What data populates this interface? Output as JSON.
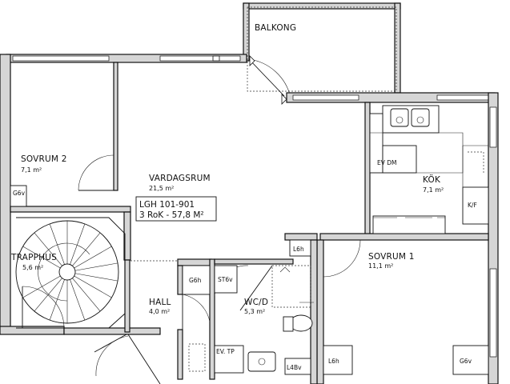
{
  "rooms": [
    {
      "name": "BALKONG",
      "area": ""
    },
    {
      "name": "SOVRUM 2",
      "area": "7,1 m²"
    },
    {
      "name": "VARDAGSRUM",
      "area": "21,5 m²"
    },
    {
      "name": "KÖK",
      "area": "7,1 m²"
    },
    {
      "name": "TRAPPHUS",
      "area": "5,6 m²"
    },
    {
      "name": "HALL",
      "area": "4,0 m²"
    },
    {
      "name": "WC/D",
      "area": "5,3 m²"
    },
    {
      "name": "SOVRUM 1",
      "area": "11,1 m²"
    }
  ],
  "apartment": {
    "id": "LGH 101-901",
    "summary": "3 RoK - 57,8 M²"
  },
  "fixtures": {
    "g6v_sovrum2": "G6v",
    "ev_dm": "EV DM",
    "kf": "K/F",
    "l6h_hall": "L6h",
    "g6h_hall": "G6h",
    "st6v": "ST6v",
    "ev_tp": "EV. TP",
    "l4bv": "L4Bv",
    "l6h_sovrum1": "L6h",
    "g6v_sovrum1": "G6v"
  }
}
